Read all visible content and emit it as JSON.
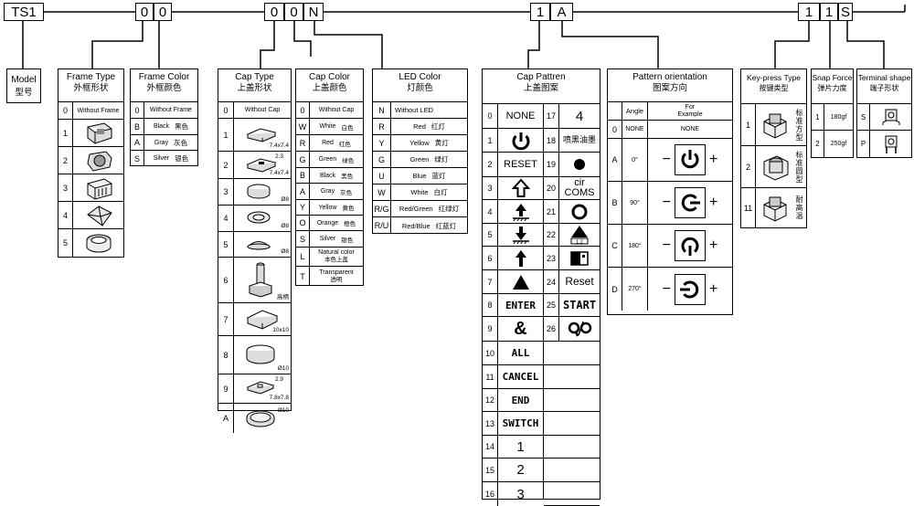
{
  "codes": {
    "series": "TS1",
    "frame_type": "0",
    "frame_color": "0",
    "cap_type": "0",
    "cap_color": "0",
    "led_color": "N",
    "cap_pattern": "1",
    "orientation": "A",
    "key_press": "1",
    "snap_force": "1",
    "terminal": "S"
  },
  "model": {
    "title": "Model",
    "cn": "型号"
  },
  "frame_type": {
    "title": "Frame Type",
    "cn": "外框形状",
    "rows": [
      {
        "k": "0",
        "label": "Without Frame"
      },
      {
        "k": "1"
      },
      {
        "k": "2"
      },
      {
        "k": "3"
      },
      {
        "k": "4"
      },
      {
        "k": "5"
      }
    ]
  },
  "frame_color": {
    "title": "Frame Color",
    "cn": "外框颜色",
    "rows": [
      {
        "k": "0",
        "en": "Without Frame",
        "cn": ""
      },
      {
        "k": "B",
        "en": "Black",
        "cn": "黑色"
      },
      {
        "k": "A",
        "en": "Gray",
        "cn": "灰色"
      },
      {
        "k": "S",
        "en": "Silver",
        "cn": "银色"
      }
    ]
  },
  "cap_type": {
    "title": "Cap Type",
    "cn": "上盖形状",
    "rows": [
      {
        "k": "0",
        "label": "Without Cap"
      },
      {
        "k": "1",
        "dim": "7.4x7.4"
      },
      {
        "k": "2",
        "dim": "7.4x7.4",
        "dim2": "2.3"
      },
      {
        "k": "3",
        "dim": "Ø8"
      },
      {
        "k": "4",
        "dim": "Ø8"
      },
      {
        "k": "5",
        "dim": "Ø8"
      },
      {
        "k": "6",
        "dim": "高柄"
      },
      {
        "k": "7",
        "dim": "10x10"
      },
      {
        "k": "8",
        "dim": "Ø10"
      },
      {
        "k": "9",
        "dim": "7.8x7.8",
        "dim2": "2.9"
      },
      {
        "k": "A",
        "dim": "Ø10"
      }
    ]
  },
  "cap_color": {
    "title": "Cap Color",
    "cn": "上盖颜色",
    "rows": [
      {
        "k": "0",
        "en": "Without Cap",
        "cn": ""
      },
      {
        "k": "W",
        "en": "White",
        "cn": "白色"
      },
      {
        "k": "R",
        "en": "Red",
        "cn": "红色"
      },
      {
        "k": "G",
        "en": "Green",
        "cn": "绿色"
      },
      {
        "k": "B",
        "en": "Black",
        "cn": "黑色"
      },
      {
        "k": "A",
        "en": "Gray",
        "cn": "灰色"
      },
      {
        "k": "Y",
        "en": "Yellow",
        "cn": "黄色"
      },
      {
        "k": "O",
        "en": "Orange",
        "cn": "橙色"
      },
      {
        "k": "S",
        "en": "Silver",
        "cn": "银色"
      },
      {
        "k": "L",
        "en": "Natural color",
        "cn": "本色上盖"
      },
      {
        "k": "T",
        "en": "Transparent",
        "cn": "透明"
      }
    ]
  },
  "led_color": {
    "title": "LED Color",
    "cn": "灯颜色",
    "rows": [
      {
        "k": "N",
        "en": "Without LED",
        "cn": ""
      },
      {
        "k": "R",
        "en": "Red",
        "cn": "红灯"
      },
      {
        "k": "Y",
        "en": "Yellow",
        "cn": "黄灯"
      },
      {
        "k": "G",
        "en": "Green",
        "cn": "绿灯"
      },
      {
        "k": "U",
        "en": "Blue",
        "cn": "蓝灯"
      },
      {
        "k": "W",
        "en": "White",
        "cn": "白灯"
      },
      {
        "k": "R/G",
        "en": "Red/Green",
        "cn": "红绿灯"
      },
      {
        "k": "R/U",
        "en": "Red/Blue",
        "cn": "红蓝灯"
      }
    ]
  },
  "cap_pattern": {
    "title": "Cap Pattren",
    "cn": "上盖图案",
    "left": [
      {
        "k": "0",
        "t": "NONE"
      },
      {
        "k": "1",
        "icon": "power-icon"
      },
      {
        "k": "2",
        "t": "RESET"
      },
      {
        "k": "3",
        "icon": "hollow-up-arrow-icon"
      },
      {
        "k": "4",
        "icon": "up-arrow-ground-icon"
      },
      {
        "k": "5",
        "icon": "down-arrow-ground-icon"
      },
      {
        "k": "6",
        "icon": "up-arrow-icon"
      },
      {
        "k": "7",
        "icon": "triangle-icon"
      },
      {
        "k": "8",
        "t": "ENTER"
      },
      {
        "k": "9",
        "t": "&"
      },
      {
        "k": "10",
        "t": "ALL"
      },
      {
        "k": "11",
        "t": "CANCEL"
      },
      {
        "k": "12",
        "t": "END"
      },
      {
        "k": "13",
        "t": "SWITCH"
      },
      {
        "k": "14",
        "t": "1"
      },
      {
        "k": "15",
        "t": "2"
      },
      {
        "k": "16",
        "t": "3"
      }
    ],
    "right": [
      {
        "k": "17",
        "t": "4"
      },
      {
        "k": "18",
        "t": "喷黑油墨"
      },
      {
        "k": "19",
        "icon": "dot-icon"
      },
      {
        "k": "20",
        "t": "cir\nCOMS"
      },
      {
        "k": "21",
        "icon": "ring-icon"
      },
      {
        "k": "22",
        "icon": "triangle-bar-icon",
        "sub": "1.2"
      },
      {
        "k": "23",
        "icon": "square-half-icon"
      },
      {
        "k": "24",
        "t": "Reset"
      },
      {
        "k": "25",
        "t": "START"
      },
      {
        "k": "26",
        "icon": "qo-icon"
      }
    ]
  },
  "orientation": {
    "title": "Pattern orientation",
    "cn": "图案方向",
    "h_angle": "Angle",
    "h_ex": "For\nExample",
    "rows": [
      {
        "k": "0",
        "a": "NONE",
        "ex": "NONE"
      },
      {
        "k": "A",
        "a": "0°",
        "rot": 0
      },
      {
        "k": "B",
        "a": "90°",
        "rot": 90
      },
      {
        "k": "C",
        "a": "180°",
        "rot": 180
      },
      {
        "k": "D",
        "a": "270°",
        "rot": 270
      }
    ],
    "minus": "−",
    "plus": "+"
  },
  "key_press": {
    "title": "Key-press Type",
    "cn": "按键类型",
    "rows": [
      {
        "k": "1",
        "cn": "标准方型"
      },
      {
        "k": "2",
        "cn": "标准圆型"
      },
      {
        "k": "11",
        "cn": "耐高温"
      }
    ]
  },
  "snap_force": {
    "title": "Snap Force",
    "cn": "弹片力度",
    "rows": [
      {
        "k": "1",
        "v": "180gf"
      },
      {
        "k": "2",
        "v": "250gf"
      }
    ]
  },
  "terminal": {
    "title": "Terminal shape",
    "cn": "端子形状",
    "rows": [
      {
        "k": "S"
      },
      {
        "k": "P"
      }
    ]
  }
}
